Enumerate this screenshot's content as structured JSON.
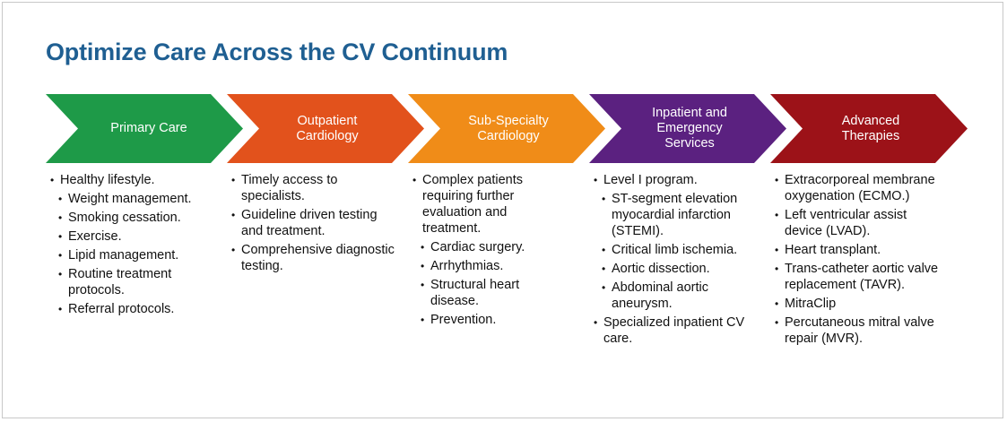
{
  "title": "Optimize Care Across the CV Continuum",
  "colors": {
    "title": "#1f5f92",
    "primary_care": "#1e9a48",
    "outpatient": "#e2521c",
    "sub_specialty": "#f08c18",
    "inpatient": "#5b2180",
    "advanced": "#9c1218"
  },
  "stages": [
    {
      "label": "Primary Care",
      "items": [
        {
          "level": 1,
          "text": "Healthy lifestyle."
        },
        {
          "level": 2,
          "text": "Weight management."
        },
        {
          "level": 2,
          "text": "Smoking cessation."
        },
        {
          "level": 2,
          "text": "Exercise."
        },
        {
          "level": 2,
          "text": "Lipid management."
        },
        {
          "level": 2,
          "text": "Routine treatment protocols."
        },
        {
          "level": 2,
          "text": "Referral protocols."
        }
      ]
    },
    {
      "label": "Outpatient Cardiology",
      "items": [
        {
          "level": 1,
          "text": "Timely access to specialists."
        },
        {
          "level": 1,
          "text": "Guideline driven testing and treatment."
        },
        {
          "level": 1,
          "text": "Comprehensive diagnostic testing."
        }
      ]
    },
    {
      "label": "Sub-Specialty Cardiology",
      "items": [
        {
          "level": 1,
          "text": "Complex patients requiring further evaluation and treatment."
        },
        {
          "level": 2,
          "text": "Cardiac surgery."
        },
        {
          "level": 2,
          "text": "Arrhythmias."
        },
        {
          "level": 2,
          "text": "Structural heart disease."
        },
        {
          "level": 2,
          "text": "Prevention."
        }
      ]
    },
    {
      "label": "Inpatient and Emergency Services",
      "items": [
        {
          "level": 1,
          "text": "Level I program."
        },
        {
          "level": 2,
          "text": "ST-segment elevation myocardial infarction (STEMI)."
        },
        {
          "level": 2,
          "text": "Critical limb ischemia."
        },
        {
          "level": 2,
          "text": "Aortic dissection."
        },
        {
          "level": 2,
          "text": "Abdominal aortic aneurysm."
        },
        {
          "level": 1,
          "text": "Specialized inpatient CV care."
        }
      ]
    },
    {
      "label": "Advanced Therapies",
      "items": [
        {
          "level": 1,
          "text": "Extracorporeal membrane oxygenation (ECMO.)"
        },
        {
          "level": 1,
          "text": "Left ventricular assist device (LVAD)."
        },
        {
          "level": 1,
          "text": "Heart transplant."
        },
        {
          "level": 1,
          "text": "Trans-catheter aortic valve replacement (TAVR)."
        },
        {
          "level": 1,
          "text": "MitraClip"
        },
        {
          "level": 1,
          "text": "Percutaneous mitral valve repair (MVR)."
        }
      ]
    }
  ]
}
